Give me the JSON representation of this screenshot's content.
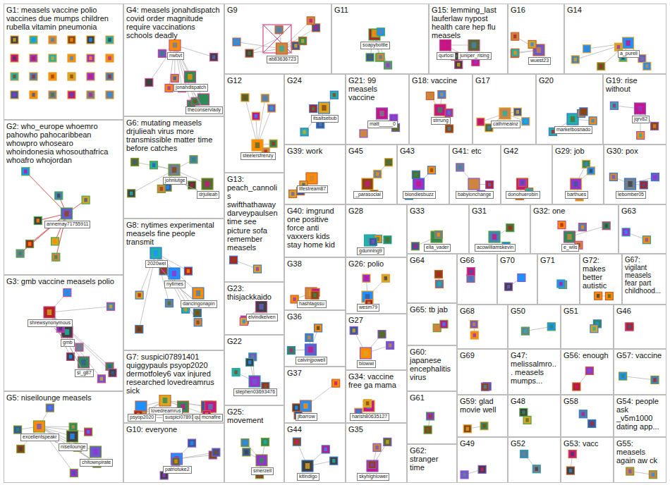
{
  "diagram": {
    "nodes": [
      {
        "text": [
          "G1: measels vaccine polio vaccines due mumps children rubella vitamin pneumonia"
        ]
      },
      {
        "text": [
          "G2: who_europe whoemro pahowho pahocaribbean whowpro whosearo whoindonesia whosouthafrica whoafro whojordan"
        ]
      },
      {
        "text": [
          "annemay71755911"
        ],
        "in": 1
      },
      {
        "text": [
          "G3: gmb vaccine measels polio"
        ]
      },
      {
        "text": [
          "shrewsynonymous"
        ],
        "in": 3
      },
      {
        "text": [
          "gmb"
        ],
        "in": 3
      },
      {
        "text": [
          "sl_g87"
        ],
        "in": 3
      },
      {
        "text": [
          "G5: niseilounge measels"
        ]
      },
      {
        "text": [
          "excellentspeakr"
        ],
        "in": 7
      },
      {
        "text": [
          "niseilounge"
        ],
        "in": 7
      },
      {
        "text": [
          "chitownpirate"
        ],
        "in": 7
      },
      {
        "text": [
          "G4: measels jonahdispatch covid order magnitude require vaccinations schools deadly"
        ]
      },
      {
        "text": [
          "nwbvt"
        ],
        "in": 11
      },
      {
        "text": [
          "jonahdispatch"
        ],
        "in": 11
      },
      {
        "text": [
          "theconservlady"
        ],
        "in": 11
      },
      {
        "text": [
          "G6: mutating measels drjulieah virus more transmissible matter time before catches"
        ]
      },
      {
        "text": [
          "johnlutge"
        ],
        "in": 15
      },
      {
        "text": [
          "drjulieah"
        ],
        "in": 15
      },
      {
        "text": [
          "G8: nytimes experimental measels fine people transmit"
        ]
      },
      {
        "text": [
          "2020wel"
        ],
        "in": 18
      },
      {
        "text": [
          "nytimes"
        ],
        "in": 18
      },
      {
        "text": [
          "dancingonapin"
        ],
        "in": 18
      },
      {
        "text": [
          "G7: suspici07891401 quiggypauls psyop2020 dermotfoley6 vax injured researched lovedreamrus sick"
        ]
      },
      {
        "text": [
          "lovedreamrus"
        ],
        "in": 22
      },
      {
        "text": [
          "psyop2020"
        ],
        "in": 22
      },
      {
        "text": [
          "suspici07891401"
        ],
        "in": 22
      },
      {
        "text": [
          "quiggypauls"
        ],
        "in": 22
      },
      {
        "text": [
          "mcnaflre"
        ],
        "in": 22
      },
      {
        "text": [
          "G10: everyone"
        ]
      },
      {
        "text": [
          "patriotuke2"
        ],
        "in": 28
      },
      {
        "text": [
          "G9"
        ]
      },
      {
        "text": [
          "ab83636723"
        ],
        "in": 30
      },
      {
        "text": [
          "G12"
        ]
      },
      {
        "text": [
          "steelersfrenzy"
        ],
        "in": 32
      },
      {
        "text": [
          "G13: peach_cannolis swifthathaway darveypaulsen time see picture sofa remember measels"
        ]
      },
      {
        "text": [
          "G23: thisjackkaido"
        ]
      },
      {
        "text": [
          "elvindkelven"
        ],
        "in": 35
      },
      {
        "text": [
          "G22"
        ]
      },
      {
        "text": [
          "stephen03693476"
        ],
        "in": 37
      },
      {
        "text": [
          "G25: movement"
        ]
      },
      {
        "text": [
          "smerzell"
        ],
        "in": 39
      },
      {
        "text": [
          "G11"
        ]
      },
      {
        "text": [
          "soapybottle"
        ],
        "in": 41
      },
      {
        "text": [
          "G15: lemming_last lauferlaw nypost health care hep flu measels"
        ]
      },
      {
        "text": [
          "qurtosi"
        ],
        "in": 43
      },
      {
        "text": [
          "juniper_rising"
        ],
        "in": 43
      },
      {
        "text": [
          "G16"
        ]
      },
      {
        "text": [
          "wuest23"
        ],
        "in": 46
      },
      {
        "text": [
          "G14"
        ]
      },
      {
        "text": [
          "a_purell"
        ],
        "in": 48
      },
      {
        "text": [
          "G24"
        ]
      },
      {
        "text": [
          "itsaltsebub"
        ],
        "in": 50
      },
      {
        "text": [
          "G21: 99 measels vaccine"
        ]
      },
      {
        "text": [
          "matt_____0"
        ],
        "in": 52
      },
      {
        "text": [
          "G18: vaccine"
        ]
      },
      {
        "text": [
          "strrung"
        ],
        "in": 54
      },
      {
        "text": [
          "G17"
        ]
      },
      {
        "text": [
          "cathmeainz"
        ],
        "in": 56
      },
      {
        "text": [
          "G20"
        ]
      },
      {
        "text": [
          "marketbosnado"
        ],
        "in": 58
      },
      {
        "text": [
          "G19: rise without"
        ]
      },
      {
        "text": [
          "jqrv82"
        ],
        "in": 60
      },
      {
        "text": [
          "G39: work"
        ]
      },
      {
        "text": [
          "lifestream87"
        ],
        "in": 62
      },
      {
        "text": [
          "G45"
        ]
      },
      {
        "text": [
          "_parasocial"
        ],
        "in": 64
      },
      {
        "text": [
          "G43"
        ]
      },
      {
        "text": [
          "blondiesbuzz"
        ],
        "in": 66
      },
      {
        "text": [
          "G41: etc"
        ]
      },
      {
        "text": [
          "babylonchange"
        ],
        "in": 68
      },
      {
        "text": [
          "G42"
        ]
      },
      {
        "text": [
          "donohuerobin"
        ],
        "in": 70
      },
      {
        "text": [
          "G29: job"
        ]
      },
      {
        "text": [
          "barthues"
        ],
        "in": 72
      },
      {
        "text": [
          "G30: pox"
        ]
      },
      {
        "text": [
          "lebomber05"
        ],
        "in": 74
      },
      {
        "text": [
          "G40: imgrund one positive force anti vaxxers kids stay home kid"
        ]
      },
      {
        "text": [
          "G28"
        ]
      },
      {
        "text": [
          "gdunning9"
        ],
        "in": 77
      },
      {
        "text": [
          "G33"
        ]
      },
      {
        "text": [
          "ella_vader"
        ],
        "in": 79
      },
      {
        "text": [
          "G31"
        ]
      },
      {
        "text": [
          "acowilliamskevin"
        ],
        "in": 81
      },
      {
        "text": [
          "G32: one"
        ]
      },
      {
        "text": [
          "e_wils"
        ],
        "in": 83
      },
      {
        "text": [
          "G63"
        ]
      },
      {
        "text": [
          "G38"
        ]
      },
      {
        "text": [
          "hashtagssu"
        ],
        "in": 86
      },
      {
        "text": [
          "G26: polio"
        ]
      },
      {
        "text": [
          "wesm79"
        ],
        "in": 88
      },
      {
        "text": [
          "G36"
        ]
      },
      {
        "text": [
          "calvinjpowell"
        ],
        "in": 90
      },
      {
        "text": [
          "G27"
        ]
      },
      {
        "text": [
          "blowwi"
        ],
        "in": 92
      },
      {
        "text": [
          "G37"
        ]
      },
      {
        "text": [
          "jlbarrow"
        ],
        "in": 94
      },
      {
        "text": [
          "G34: vaccine free ga mama"
        ]
      },
      {
        "text": [
          "harish80635127"
        ],
        "in": 96
      },
      {
        "text": [
          "G44"
        ]
      },
      {
        "text": [
          "kitindigo"
        ],
        "in": 98
      },
      {
        "text": [
          "G35"
        ]
      },
      {
        "text": [
          "skyhighlower"
        ],
        "in": 100
      },
      {
        "text": [
          "G64"
        ]
      },
      {
        "text": [
          "G65: tb jab"
        ]
      },
      {
        "text": [
          "G60: japanese encephalitis virus"
        ]
      },
      {
        "text": [
          "G61"
        ]
      },
      {
        "text": [
          "G62: stranger time"
        ]
      },
      {
        "text": [
          "G66"
        ]
      },
      {
        "text": [
          "G70"
        ]
      },
      {
        "text": [
          "G71"
        ]
      },
      {
        "text": [
          "G72: makes better autistic"
        ]
      },
      {
        "text": [
          "G67: vigilant measels fear part childhood..."
        ]
      },
      {
        "text": [
          "G68"
        ]
      },
      {
        "text": [
          "G50"
        ]
      },
      {
        "text": [
          "G51"
        ]
      },
      {
        "text": [
          "G46"
        ]
      },
      {
        "text": [
          "G69"
        ]
      },
      {
        "text": [
          "G47: melissalmro... measels mumps..."
        ]
      },
      {
        "text": [
          "G56: enough"
        ]
      },
      {
        "text": [
          "G57: vaccine"
        ]
      },
      {
        "text": [
          "G59: glad movie well"
        ]
      },
      {
        "text": [
          "G48"
        ]
      },
      {
        "text": [
          "G58"
        ]
      },
      {
        "text": [
          "G54: people ask _v5m1000 dating app..."
        ]
      },
      {
        "text": [
          "G49"
        ]
      },
      {
        "text": [
          "G52"
        ]
      },
      {
        "text": [
          "G53: vacc"
        ]
      },
      {
        "text": [
          "G55: measels again aw ck"
        ]
      }
    ],
    "edges": [
      {
        "from": 5,
        "to": 4,
        "arrow": "none"
      },
      {
        "from": 5,
        "to": 6,
        "arrow": "none"
      },
      {
        "from": 9,
        "to": 8,
        "arrow": "none"
      },
      {
        "from": 9,
        "to": 10,
        "arrow": "none"
      },
      {
        "from": 13,
        "to": 14,
        "arrow": "none"
      },
      {
        "from": 16,
        "to": 17,
        "arrow": "none"
      },
      {
        "from": 25,
        "to": 26,
        "arrow": "none"
      },
      {
        "from": 25,
        "to": 23,
        "arrow": "none"
      },
      {
        "from": 25,
        "to": 24,
        "arrow": "none"
      },
      {
        "from": 26,
        "to": 27,
        "arrow": "none"
      },
      {
        "from": 20,
        "to": 21,
        "arrow": "none"
      },
      {
        "from": 20,
        "to": 19,
        "arrow": "none"
      },
      {
        "from": 44,
        "to": 45,
        "arrow": "none"
      }
    ]
  }
}
